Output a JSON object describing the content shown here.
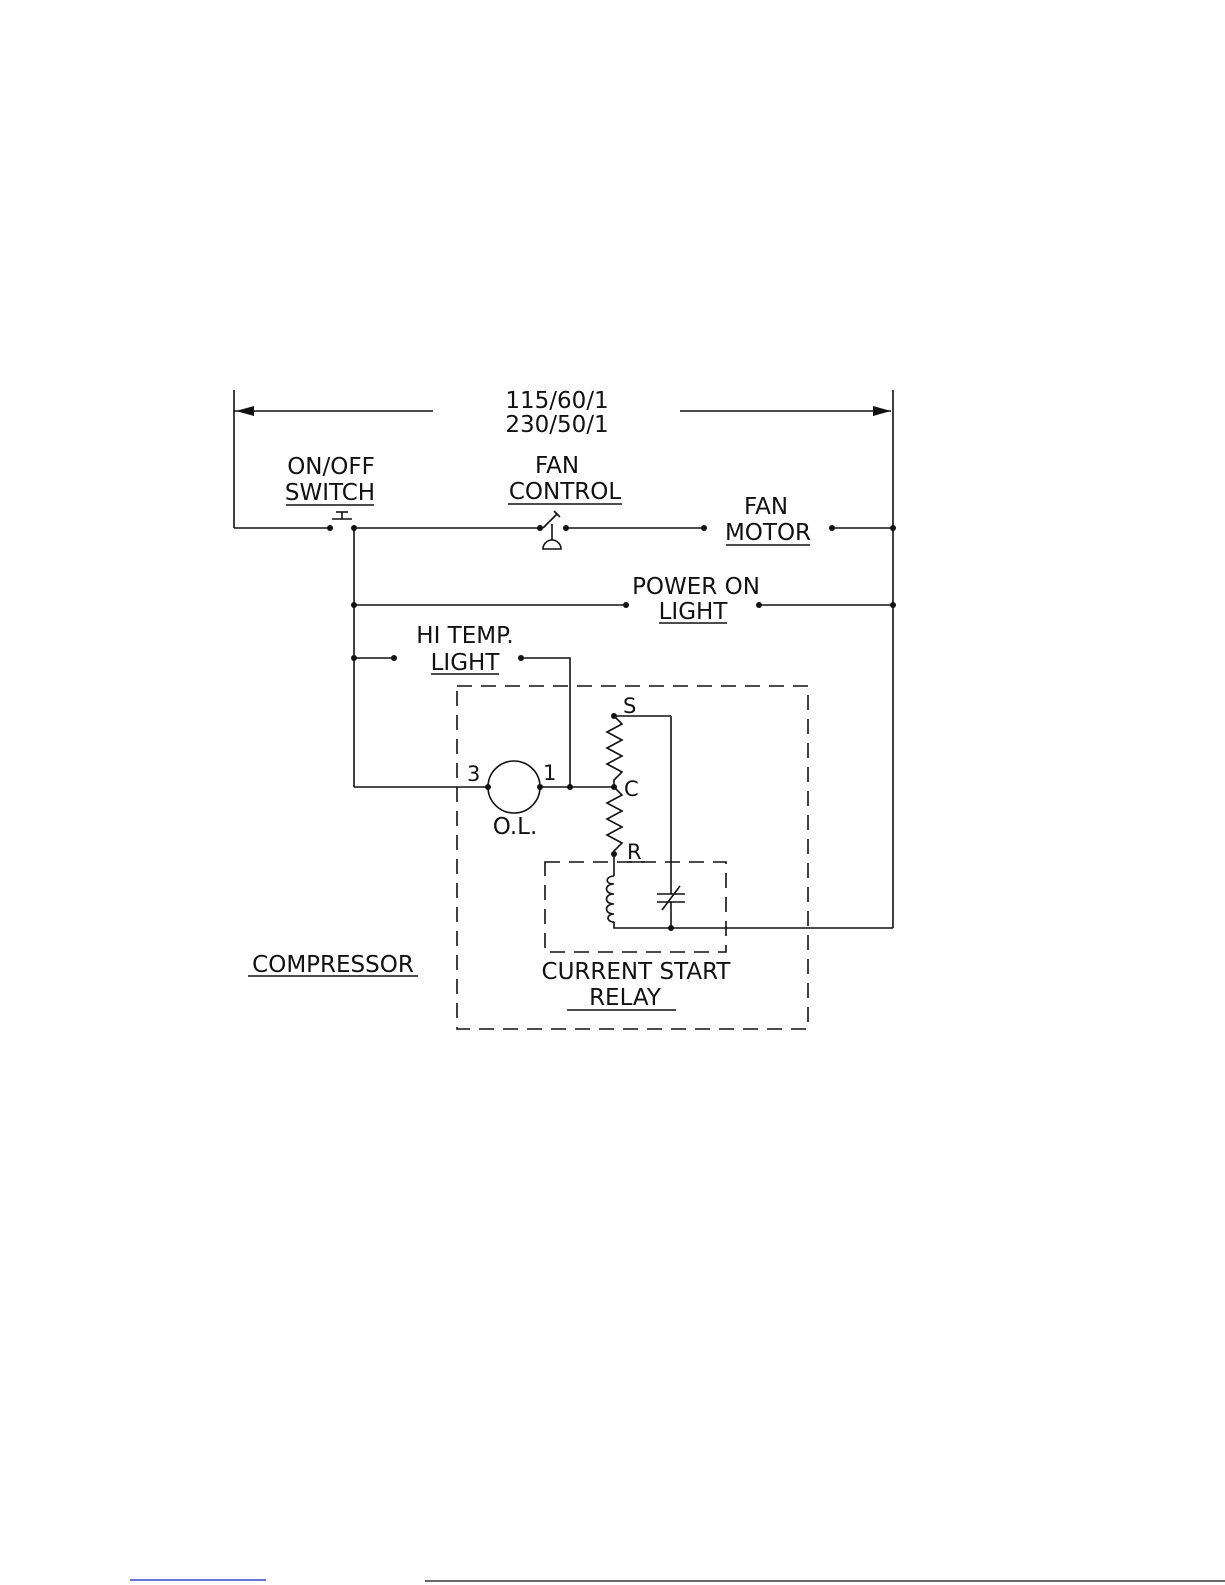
{
  "supply": {
    "line1": "115/60/1",
    "line2": "230/50/1"
  },
  "components": {
    "on_off_switch": {
      "line1": "ON/OFF",
      "line2": "SWITCH"
    },
    "fan_control": {
      "line1": "FAN",
      "line2": "CONTROL"
    },
    "fan_motor": {
      "line1": "FAN",
      "line2": "MOTOR"
    },
    "power_on_light": {
      "line1": "POWER ON",
      "line2": "LIGHT"
    },
    "hi_temp_light": {
      "line1": "HI TEMP.",
      "line2": "LIGHT"
    },
    "overload": {
      "label": "O.L.",
      "terminal_left": "3",
      "terminal_right": "1"
    },
    "compressor": {
      "label": "COMPRESSOR",
      "terminal_s": "S",
      "terminal_c": "C",
      "terminal_r": "R"
    },
    "current_start_relay": {
      "line1": "CURRENT START",
      "line2": "RELAY"
    }
  }
}
